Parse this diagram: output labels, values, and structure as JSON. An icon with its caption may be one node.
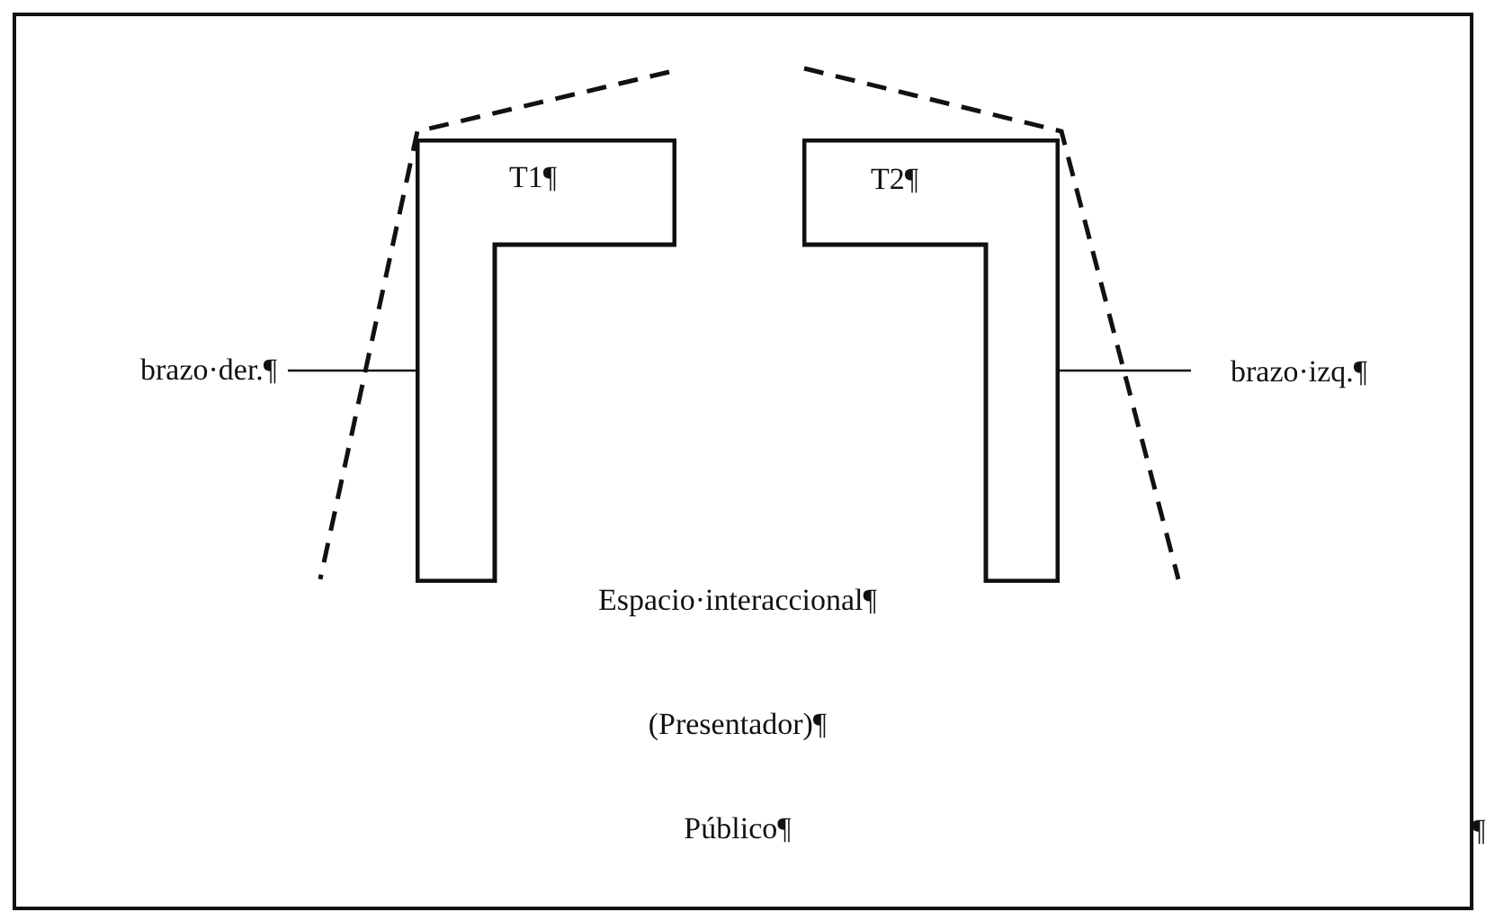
{
  "diagram": {
    "nodes": [
      {
        "text": [
          "T1¶"
        ]
      },
      {
        "text": [
          "T2¶"
        ]
      },
      {
        "text": [
          "brazo·der.¶"
        ]
      },
      {
        "text": [
          "brazo·izq.¶"
        ]
      }
    ],
    "edges": [
      {
        "from": 2,
        "to": 0,
        "arrow": "none"
      },
      {
        "from": 3,
        "to": 1,
        "arrow": "none"
      }
    ],
    "labels": [
      "Espacio·interaccional¶",
      "(Presentador)¶",
      "Público¶",
      "¶"
    ]
  }
}
